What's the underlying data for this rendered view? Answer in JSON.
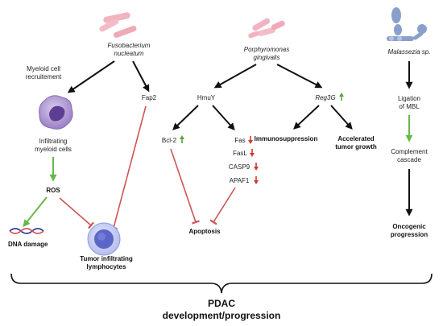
{
  "organisms": {
    "fuso": [
      "Fusobacterium",
      "nucleatum"
    ],
    "porphy": [
      "Porphyromonas",
      "gingivalis"
    ],
    "malassezia": "Malassezia sp."
  },
  "fuso": {
    "myeloid_recruit": [
      "Myeloid cell",
      "recruitement"
    ],
    "infiltrating_myeloid": [
      "Infiltrating",
      "myeloid cells"
    ],
    "ros": "ROS",
    "dna_damage": "DNA damage",
    "fap2": "Fap2",
    "til": [
      "Tumor infiltrating",
      "lymphocytes"
    ]
  },
  "porphy": {
    "hmuy": "HmuY",
    "reg3g": "Reg3G",
    "bcl2": "Bcl-2",
    "fas": "Fas",
    "fasl": "FasL",
    "casp9": "CASP9",
    "apaf1": "APAF1",
    "apoptosis": "Apoptosis",
    "immunosuppression": "Immunosuppression",
    "accelerated": [
      "Accelerated",
      "tumor growth"
    ]
  },
  "malassezia": {
    "ligation": [
      "Ligation",
      "of MBL"
    ],
    "complement": [
      "Complement",
      "cascade"
    ],
    "oncogenic": [
      "Oncogenic",
      "progression"
    ]
  },
  "outcome": [
    "PDAC",
    "development/progression"
  ],
  "colors": {
    "activation_arrow": "#111111",
    "promotion_arrow": "#66b848",
    "inhibition_line": "#d05454",
    "bacteria_pink": "#f2b3c0",
    "myeloid_purple": "#9b7fc4",
    "lymphocyte_blue": "#5a66c8",
    "fungus_blue": "#8aa0cc"
  },
  "icons": {
    "fuso": "rod-bacteria-icon",
    "porphy": "rod-bacteria-icon",
    "malassezia": "yeast-cells-icon",
    "myeloid": "myeloid-cell-icon",
    "lymphocyte": "lymphocyte-icon",
    "dna": "dna-helix-icon"
  }
}
